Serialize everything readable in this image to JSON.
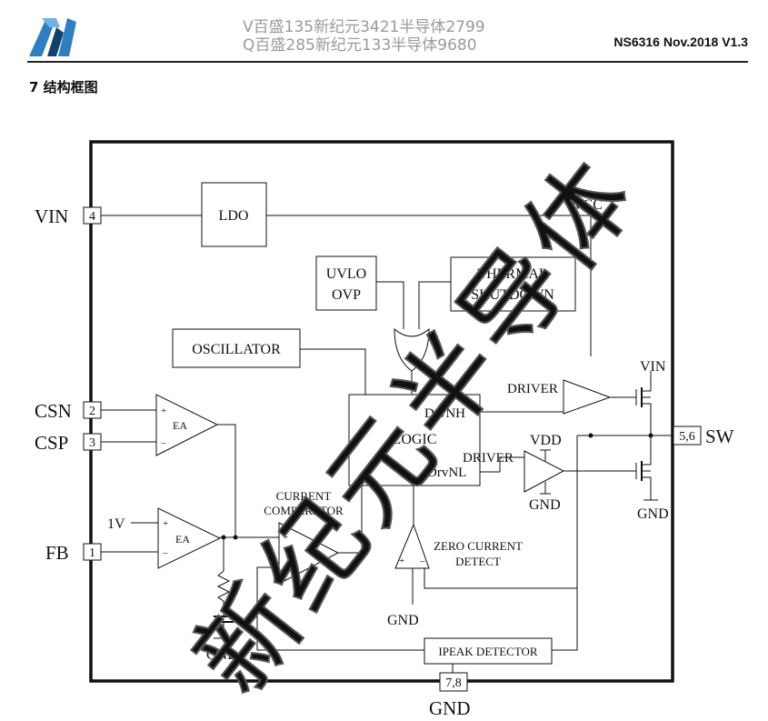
{
  "header": {
    "watermark_line1": "V百盛135新纪元3421半导体2799",
    "watermark_line2": "Q百盛285新纪元133半导体9680",
    "doc_id": "NS6316 Nov.2018 V1.3",
    "brand_colors": {
      "logo_blue": "#2d7fc1",
      "logo_dark": "#13406e"
    }
  },
  "section": {
    "title": "7  结构框图"
  },
  "diagram": {
    "pins": {
      "vin": {
        "name": "VIN",
        "number": "4"
      },
      "csn": {
        "name": "CSN",
        "number": "2"
      },
      "csp": {
        "name": "CSP",
        "number": "3"
      },
      "fb": {
        "name": "FB",
        "number": "1"
      },
      "sw": {
        "name": "SW",
        "number": "5,6"
      },
      "gnd": {
        "name": "GND",
        "number": "7,8"
      }
    },
    "blocks": {
      "ldo": "LDO",
      "uvlo_l1": "UVLO",
      "uvlo_l2": "OVP",
      "thermal_l1": "THERMAL",
      "thermal_l2": "SHUTDOWN",
      "oscillator": "OSCILLATOR",
      "logic": "LOGIC",
      "drvnh": "DrvNH",
      "drvnl": "DrvNL",
      "ipeak": "IPEAK DETECTOR",
      "ea": "EA",
      "current_comp_l1": "CURRENT",
      "current_comp_l2": "COMPARATOR",
      "zero_l1": "ZERO CURRENT",
      "zero_l2": "DETECT",
      "driver": "DRIVER"
    },
    "nets": {
      "vcc": "VCC",
      "vin_top": "VIN",
      "vdd": "VDD",
      "gnd": "GND",
      "ref_1v": "1V",
      "plus": "+",
      "minus": "–"
    },
    "overlay_watermark": "新纪元半导体"
  }
}
